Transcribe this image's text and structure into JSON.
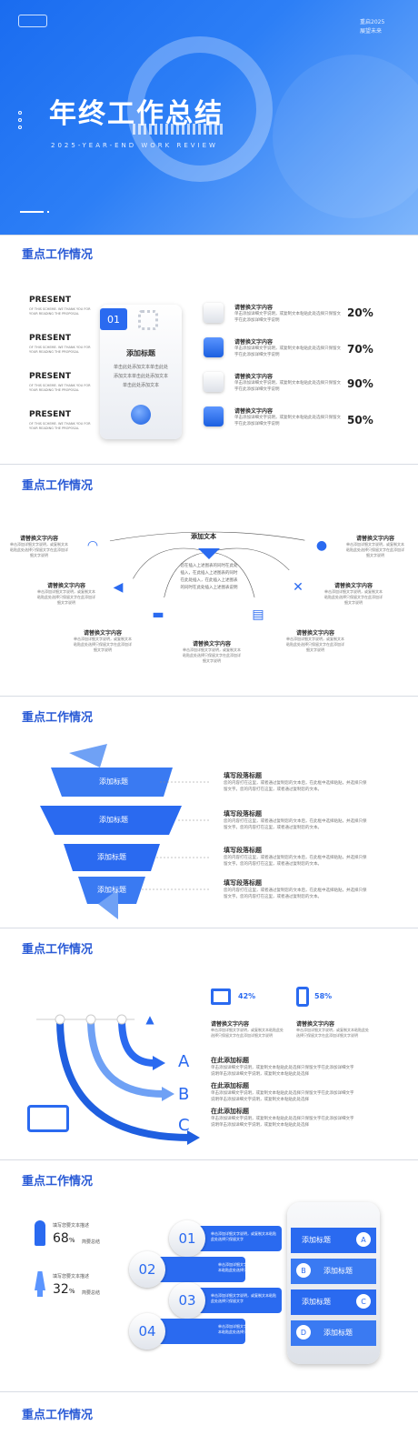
{
  "hero": {
    "title": "年终工作总结",
    "subtitle": "2025-YEAR-END WORK REVIEW",
    "top_right_line1": "重启2025",
    "top_right_line2": "展望未来"
  },
  "section_title": "重点工作情况",
  "s1": {
    "present_items": [
      {
        "title": "PRESENT",
        "text": "OF THIS SCHEME. WE THANK YOU FOR YOUR READING THE PROPOSAL"
      },
      {
        "title": "PRESENT",
        "text": "OF THIS SCHEME. WE THANK YOU FOR YOUR READING THE PROPOSAL"
      },
      {
        "title": "PRESENT",
        "text": "OF THIS SCHEME. WE THANK YOU FOR YOUR READING THE PROPOSAL"
      },
      {
        "title": "PRESENT",
        "text": "OF THIS SCHEME. WE THANK YOU FOR YOUR READING THE PROPOSAL"
      }
    ],
    "card": {
      "num": "01",
      "title": "添加标题",
      "text": "单击此处添加文本单击此处添加文本单击此处添加文本单击此处添加文本"
    },
    "stats": [
      {
        "title": "请替换文字内容",
        "text": "单击添加详细文字说明，或复制文本粘贴此处选择只保留文字在此添加详细文字说明",
        "value": "20%"
      },
      {
        "title": "请替换文字内容",
        "text": "单击添加详细文字说明，或复制文本粘贴此处选择只保留文字在此添加详细文字说明",
        "value": "70%"
      },
      {
        "title": "请替换文字内容",
        "text": "单击添加详细文字说明，或复制文本粘贴此处选择只保留文字在此添加详细文字说明",
        "value": "90%"
      },
      {
        "title": "请替换文字内容",
        "text": "单击添加详细文字说明，或复制文本粘贴此处选择只保留文字在此添加详细文字说明",
        "value": "50%"
      }
    ]
  },
  "s2": {
    "center_title": "添加文本",
    "center_text": "您在插入上述图表的同时在此处插入，在此插入上述图表的同时在此处插入，在此插入上述图表的同时在此处插入上述图表说明",
    "items": [
      {
        "title": "请替换文字内容",
        "text": "单击添加详细文字说明，或复制文本粘贴此处选择只保留文字在此添加详细文字说明"
      },
      {
        "title": "请替换文字内容",
        "text": "单击添加详细文字说明，或复制文本粘贴此处选择只保留文字在此添加详细文字说明"
      },
      {
        "title": "请替换文字内容",
        "text": "单击添加详细文字说明，或复制文本粘贴此处选择只保留文字在此添加详细文字说明"
      },
      {
        "title": "请替换文字内容",
        "text": "单击添加详细文字说明，或复制文本粘贴此处选择只保留文字在此添加详细文字说明"
      },
      {
        "title": "请替换文字内容",
        "text": "单击添加详细文字说明，或复制文本粘贴此处选择只保留文字在此添加详细文字说明"
      },
      {
        "title": "请替换文字内容",
        "text": "单击添加详细文字说明，或复制文本粘贴此处选择只保留文字在此添加详细文字说明"
      },
      {
        "title": "请替换文字内容",
        "text": "单击添加详细文字说明，或复制文本粘贴此处选择只保留文字在此添加详细文字说明"
      }
    ]
  },
  "s3": {
    "funnel": [
      "添加标题",
      "添加标题",
      "添加标题",
      "添加标题"
    ],
    "items": [
      {
        "title": "填写段落标题",
        "text": "您的内容打在这里，或者通过复制您的文本后，在此框中选择粘贴，并选择只保留文字。您的内容打在这里，或者通过复制您的文本。"
      },
      {
        "title": "填写段落标题",
        "text": "您的内容打在这里，或者通过复制您的文本后，在此框中选择粘贴，并选择只保留文字。您的内容打在这里，或者通过复制您的文本。"
      },
      {
        "title": "填写段落标题",
        "text": "您的内容打在这里，或者通过复制您的文本后，在此框中选择粘贴，并选择只保留文字。您的内容打在这里，或者通过复制您的文本。"
      },
      {
        "title": "填写段落标题",
        "text": "您的内容打在这里，或者通过复制您的文本后，在此框中选择粘贴，并选择只保留文字。您的内容打在这里，或者通过复制您的文本。"
      }
    ]
  },
  "s4": {
    "stat1": {
      "value": "42%",
      "title": "请替换文字内容",
      "text": "单击添加详细文字说明，或复制文本粘贴此处选择只保留文字在此添加详细文字说明"
    },
    "stat2": {
      "value": "58%",
      "title": "请替换文字内容",
      "text": "单击添加详细文字说明，或复制文本粘贴此处选择只保留文字在此添加详细文字说明"
    },
    "letters": [
      "A",
      "B",
      "C"
    ],
    "items": [
      {
        "title": "在此添加标题",
        "text": "单击添加详细文字说明，或复制文本粘贴此处选择只保留文字在此添加详细文字说明单击添加详细文字说明，或复制文本粘贴此处选择"
      },
      {
        "title": "在此添加标题",
        "text": "单击添加详细文字说明，或复制文本粘贴此处选择只保留文字在此添加详细文字说明单击添加详细文字说明，或复制文本粘贴此处选择"
      },
      {
        "title": "在此添加标题",
        "text": "单击添加详细文字说明，或复制文本粘贴此处选择只保留文字在此添加详细文字说明单击添加详细文字说明，或复制文本粘贴此处选择"
      }
    ]
  },
  "s5": {
    "male": {
      "label": "填写您要文本描述",
      "value": "68",
      "unit": "%",
      "note": "简要总结"
    },
    "female": {
      "label": "填写您要文本描述",
      "value": "32",
      "unit": "%",
      "note": "简要总结"
    },
    "steps": [
      {
        "num": "01",
        "text": "单击添加详细文字说明，或复制文本粘贴此处选择只保留文字"
      },
      {
        "num": "02",
        "text": "单击添加详细文字说明，或复制文本粘贴此处选择只保留文字"
      },
      {
        "num": "03",
        "text": "单击添加详细文字说明，或复制文本粘贴此处选择只保留文字"
      },
      {
        "num": "04",
        "text": "单击添加详细文字说明，或复制文本粘贴此处选择只保留文字"
      }
    ],
    "phone_rows": [
      {
        "label": "添加标题",
        "badge": "A"
      },
      {
        "label": "添加标题",
        "badge": "B"
      },
      {
        "label": "添加标题",
        "badge": "C"
      },
      {
        "label": "添加标题",
        "badge": "D"
      }
    ]
  }
}
